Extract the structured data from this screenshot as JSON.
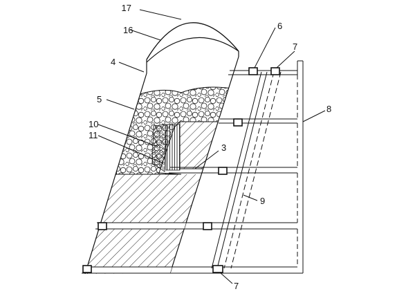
{
  "labels": {
    "l17": "17",
    "l16": "16",
    "l4": "4",
    "l6": "6",
    "l7_top": "7",
    "l8": "8",
    "l5": "5",
    "l10": "10",
    "l11": "11",
    "l3": "3",
    "l9": "9",
    "l7_bottom": "7"
  }
}
